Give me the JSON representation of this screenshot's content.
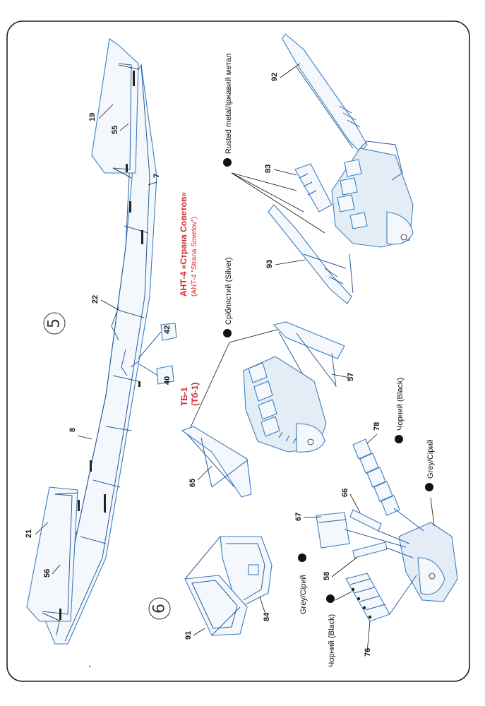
{
  "steps": {
    "step5": "5",
    "step6": "6"
  },
  "callouts": {
    "p7": "7",
    "p8": "8",
    "p19": "19",
    "p21": "21",
    "p22": "22",
    "p40": "40",
    "p42": "42",
    "p55": "55",
    "p56": "56",
    "p57": "57",
    "p58": "58",
    "p65": "65",
    "p66": "66",
    "p67": "67",
    "p76": "76",
    "p78": "78",
    "p83": "83",
    "p84": "84",
    "p91": "91",
    "p92": "92",
    "p93": "93"
  },
  "variants": {
    "ant4_ru": "АНТ-4 «Страна Советов»",
    "ant4_lat": "(ANT-4 \"Strana Sovetov\")",
    "tb1_ru": "ТБ-1",
    "tb1_ua": "(Тб-1)"
  },
  "paints": {
    "rusted": "Rusted metal/Іржавий метал",
    "silver": "Сріблястий (Silver)",
    "black_78": "Чорний (Black)",
    "grey_main": "Grey/Сірий",
    "grey_76": "Grey/Сірий",
    "black_76": "Чорний (Black)"
  },
  "colors": {
    "line": "#3a7fc0",
    "accent": "#d8262e",
    "ink": "#111111"
  }
}
